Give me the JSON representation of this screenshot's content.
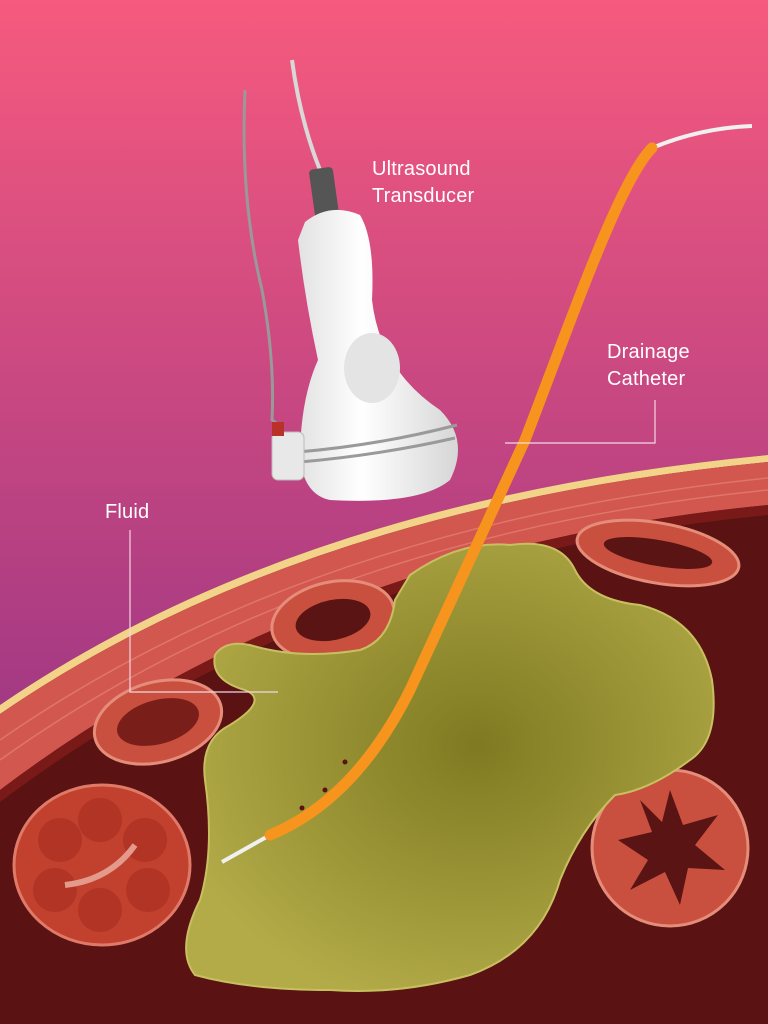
{
  "labels": {
    "transducer": [
      "Ultrasound",
      "Transducer"
    ],
    "catheter": [
      "Drainage",
      "Catheter"
    ],
    "fluid": "Fluid"
  },
  "colors": {
    "background_top": "#f65a7e",
    "background_bottom": "#8e2f88",
    "catheter": "#f7941d",
    "fluid": "#a8a03a",
    "muscle": "#d2574f",
    "tissue": "#5a1212",
    "organ": "#c9503f",
    "transducer": "#f4f4f4"
  }
}
